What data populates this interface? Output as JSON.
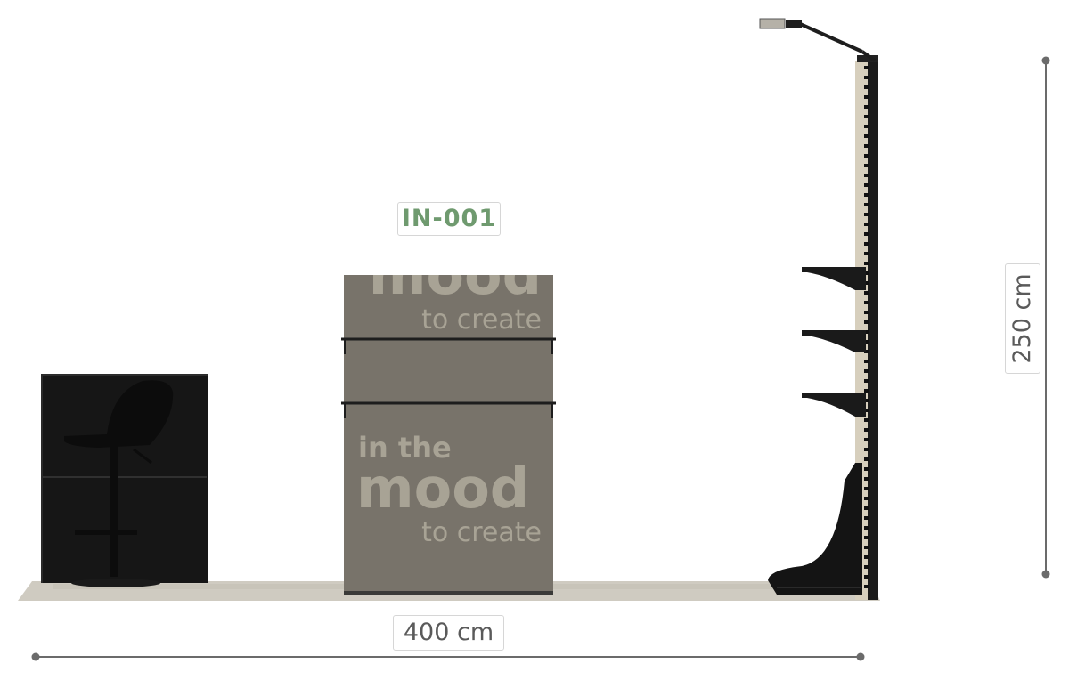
{
  "booth": {
    "code": "IN-001",
    "width_label": "400 cm",
    "height_label": "250 cm"
  },
  "wall_print": {
    "line1": "in the",
    "line2": "mood",
    "line3": "to create"
  },
  "colors": {
    "code_label": "#6f9a6f",
    "dimension_text": "#5a5a5a",
    "dimension_line": "#6b6b6b",
    "floor": "#cfcbc1",
    "counter_panel": "#78736a",
    "counter_print": "#a8a395",
    "furniture_black": "#141414"
  }
}
